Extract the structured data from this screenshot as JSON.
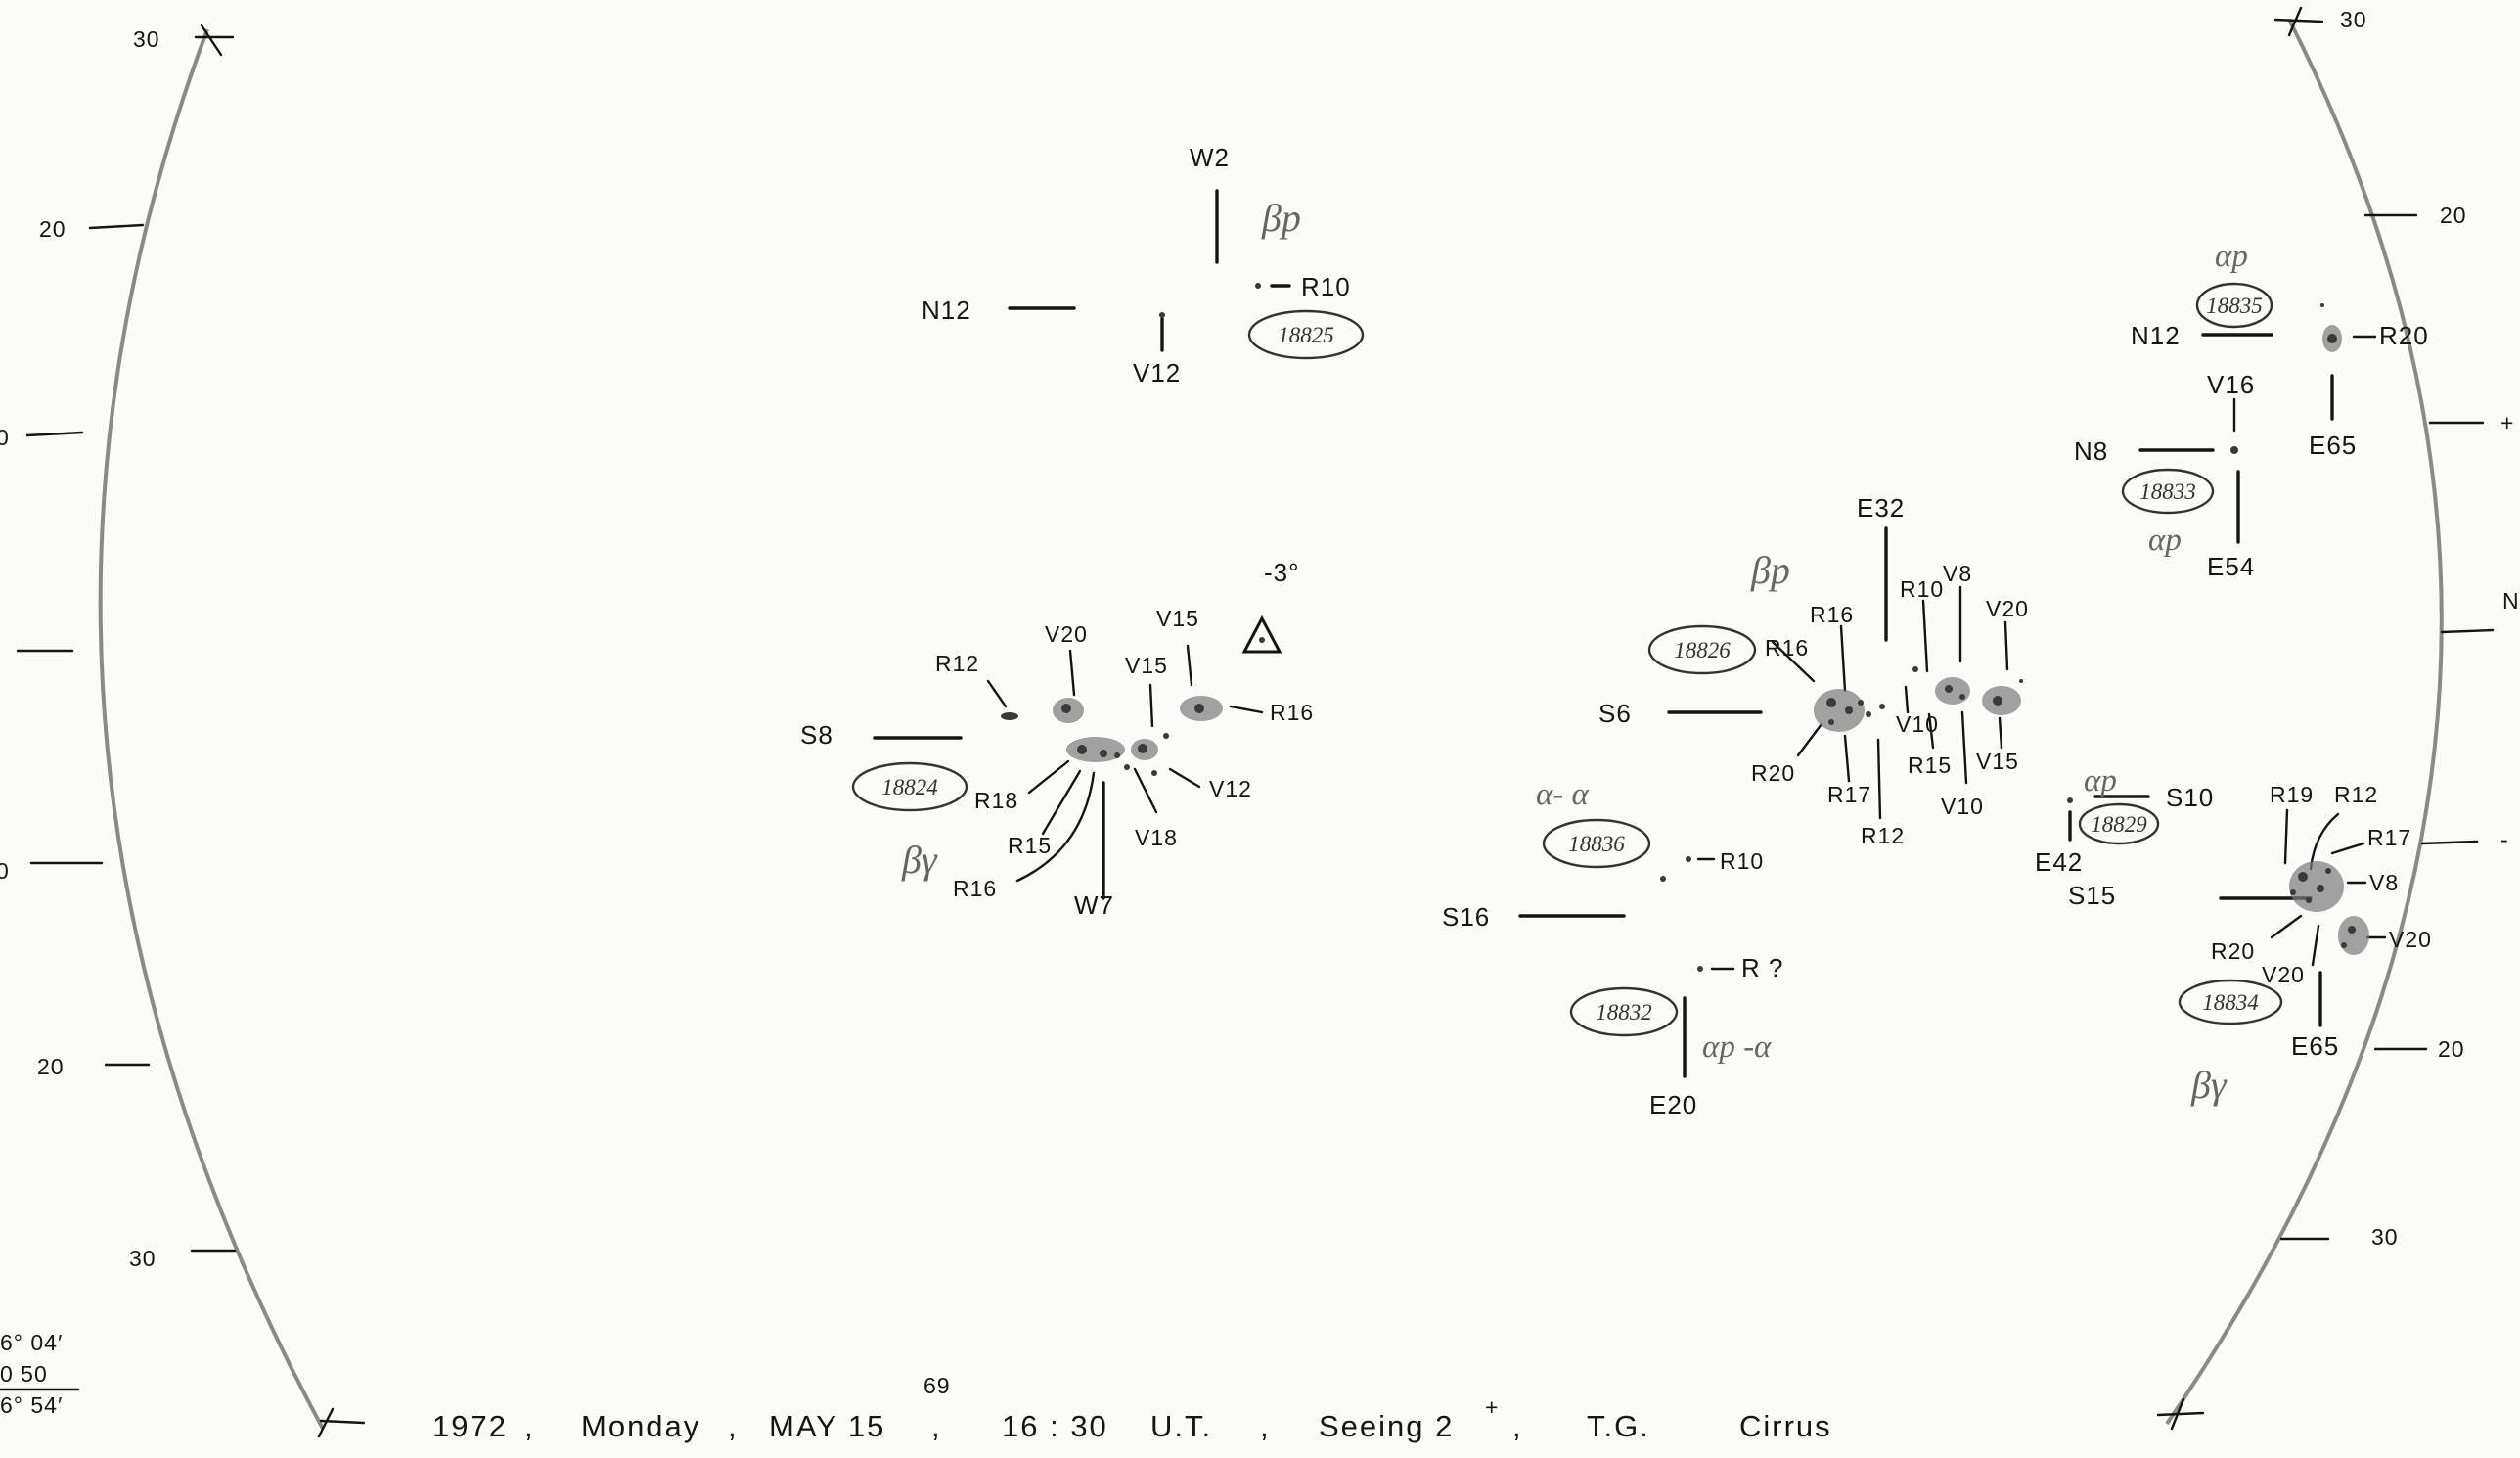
{
  "scale_labels": {
    "left": [
      "30",
      "20",
      "0",
      "0",
      "20",
      "30"
    ],
    "right": [
      "30",
      "20",
      "+",
      "N",
      "-",
      "20",
      "30"
    ]
  },
  "corner_calc": {
    "line1": "6° 04′",
    "line2": "0 50",
    "line3": "6° 54′"
  },
  "regions": [
    {
      "id": "18825",
      "classification": "βp",
      "labels": [
        "W2",
        "N12",
        "R10",
        "V12"
      ]
    },
    {
      "id": "18824",
      "classification": "βγ",
      "labels": [
        "S8",
        "R12",
        "V20",
        "V15",
        "V15",
        "R16",
        "R18",
        "R15",
        "R16",
        "W7",
        "V18",
        "V12"
      ],
      "note": "-3°"
    },
    {
      "id": "18826",
      "classification": "βp",
      "labels": [
        "E32",
        "R16",
        "R10",
        "V8",
        "V20",
        "R16",
        "S6",
        "V10",
        "R20",
        "R17",
        "R15",
        "V15",
        "V10",
        "R12"
      ]
    },
    {
      "id": "18836",
      "classification": "α- α",
      "labels": [
        "R10"
      ]
    },
    {
      "id": "18832",
      "classification": "αp -α",
      "labels": [
        "S16",
        "R ?",
        "E20"
      ]
    },
    {
      "id": "18835",
      "classification": "αp",
      "labels": [
        "N12",
        "R20",
        "E65"
      ]
    },
    {
      "id": "18833",
      "classification": "αp",
      "labels": [
        "V16",
        "N8",
        "E54"
      ]
    },
    {
      "id": "18829",
      "classification": "αp",
      "labels": [
        "S10",
        "E42"
      ]
    },
    {
      "id": "18834",
      "classification": "βγ",
      "labels": [
        "R19",
        "R12",
        "R17",
        "V8",
        "S15",
        "R20",
        "V20",
        "V20",
        "E65"
      ]
    }
  ],
  "footer": {
    "year": "1972",
    "weekday": "Monday",
    "date": "MAY 15",
    "date_sup": "69",
    "time": "16 : 30",
    "time_unit": "U.T.",
    "seeing": "Seeing 2",
    "seeing_sup": "+",
    "observer": "T.G.",
    "sky": "Cirrus"
  },
  "colors": {
    "paper": "#fbfbfa",
    "ink": "#141414",
    "pencil": "#666666",
    "limb": "#8a8a8a"
  }
}
